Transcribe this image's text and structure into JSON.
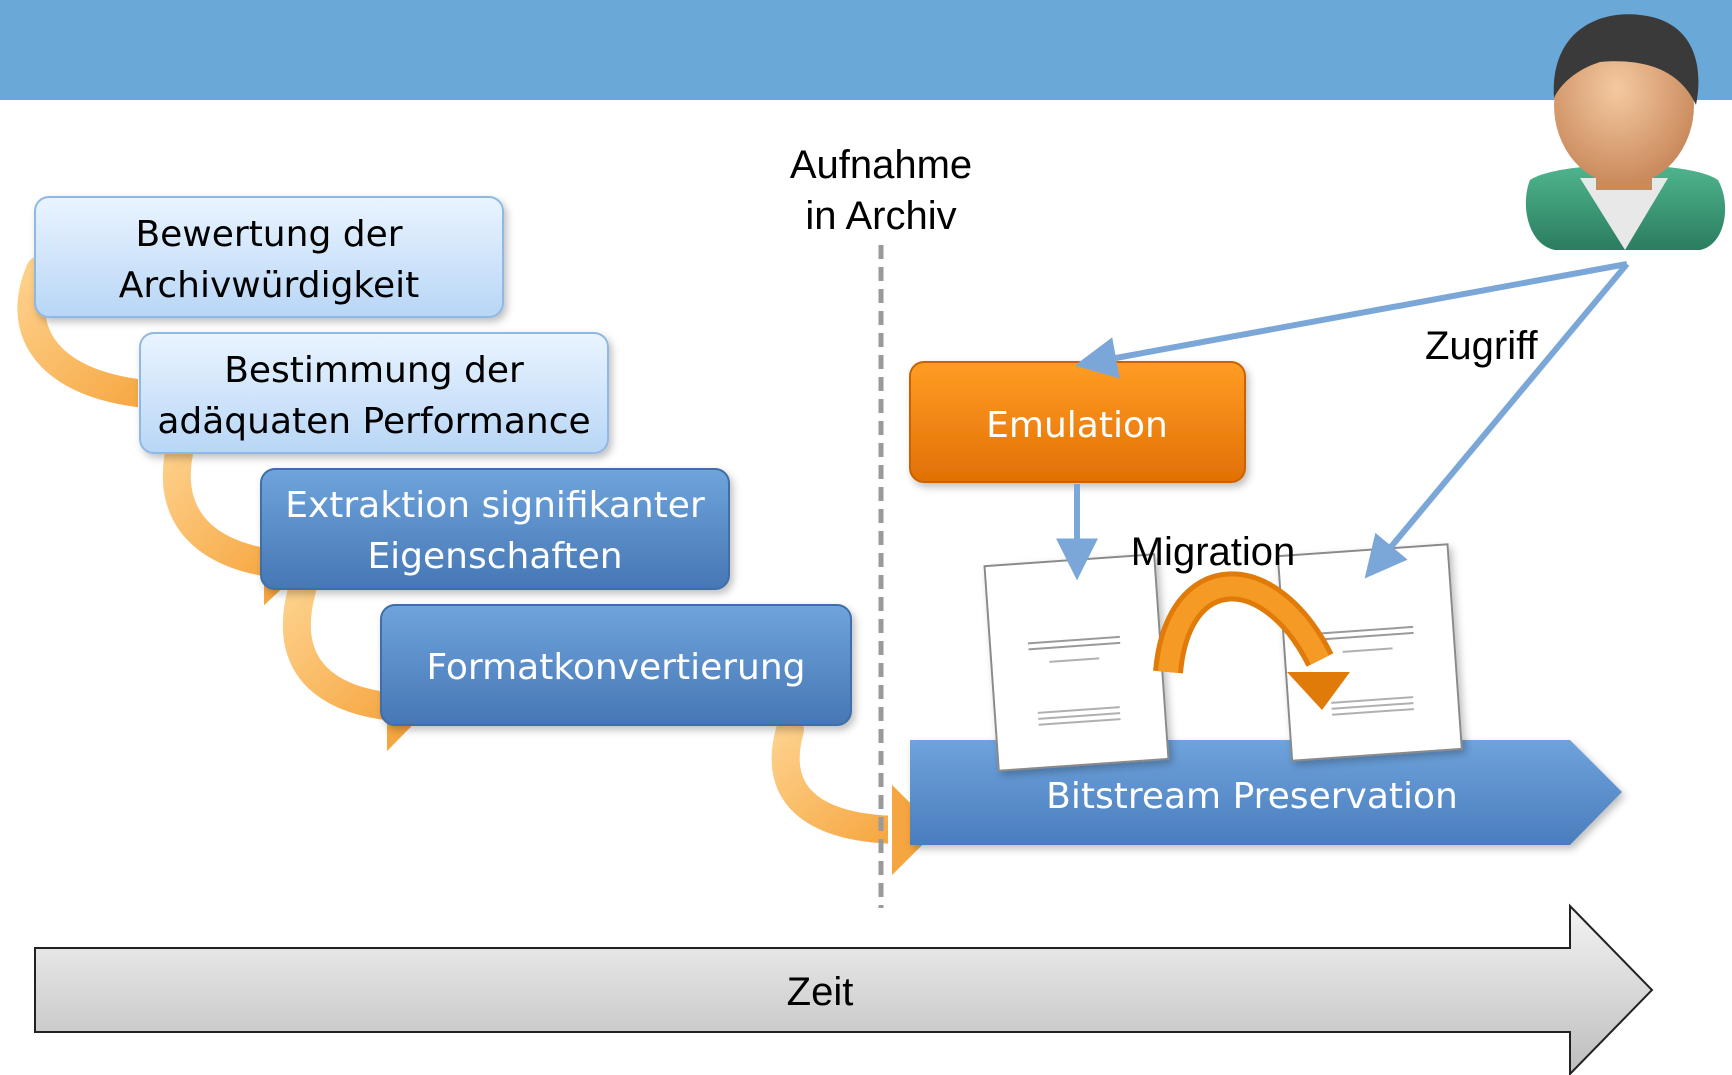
{
  "steps": [
    {
      "line1": "Bewertung der",
      "line2": "Archivwürdigkeit"
    },
    {
      "line1": "Bestimmung der",
      "line2": "adäquaten Performance"
    },
    {
      "line1": "Extraktion signifikanter",
      "line2": "Eigenschaften"
    },
    {
      "line1": "Formatkonvertierung"
    }
  ],
  "ingest_label": {
    "line1": "Aufnahme",
    "line2": "in Archiv"
  },
  "emulation_label": "Emulation",
  "migration_label": "Migration",
  "access_label": "Zugriff",
  "bitstream_label": "Bitstream Preservation",
  "timeline_label": "Zeit",
  "colors": {
    "header": "#6aa8d8",
    "light_box": "#c6e0fa",
    "dark_box": "#5188c6",
    "emulation": "#f0820a",
    "flow_arrow": "#f9b55a",
    "access_arrow": "#7aa7d7"
  },
  "icons": {
    "user": "user-avatar-icon",
    "document": "document-icon"
  }
}
